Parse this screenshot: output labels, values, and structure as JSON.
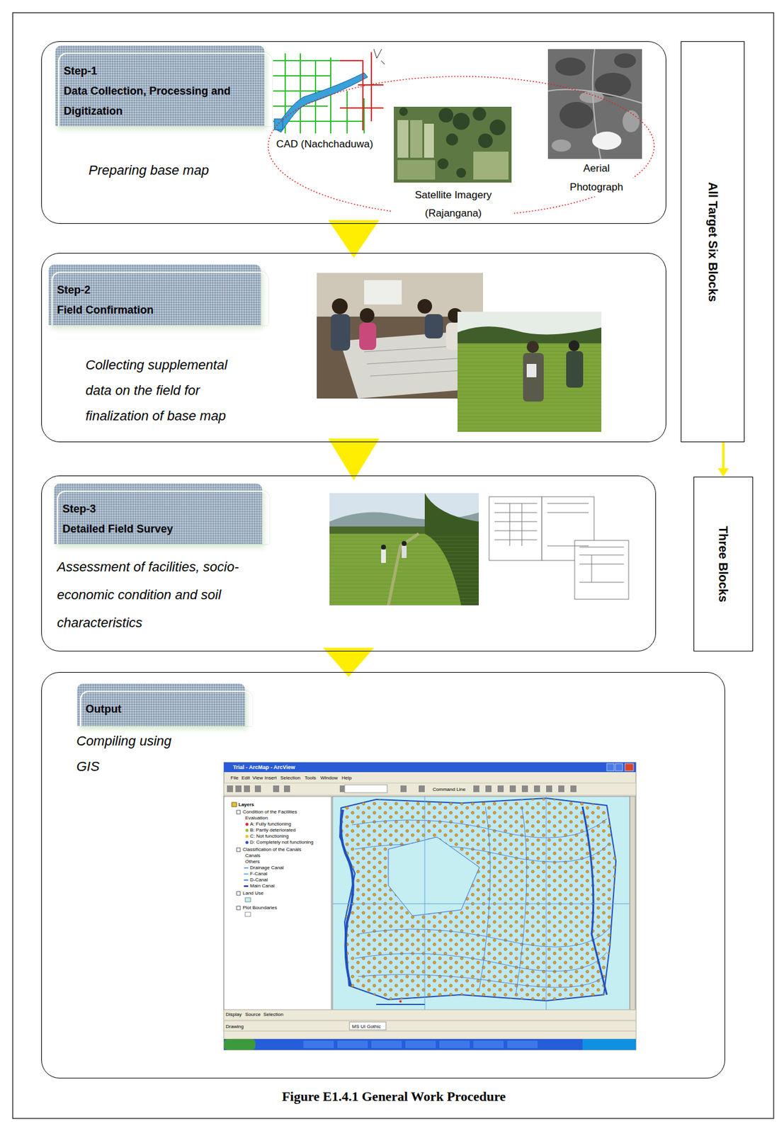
{
  "diagram": {
    "caption": "Figure E1.4.1 General Work Procedure",
    "nodes": [
      {
        "text": [
          "Preparing base map"
        ]
      },
      {
        "text": [
          "Step-1",
          "Data Collection, Processing and Digitization"
        ],
        "in": 0
      },
      {
        "text": [
          "Collecting supplemental data on the field for finalization of base map"
        ]
      },
      {
        "text": [
          "Step-2",
          "Field Confirmation"
        ],
        "in": 2
      },
      {
        "text": [
          "Assessment of facilities, socio-economic condition and soil characteristics"
        ]
      },
      {
        "text": [
          "Step-3",
          "Detailed Field Survey"
        ],
        "in": 4
      },
      {
        "text": [
          "Compiling using GIS"
        ]
      },
      {
        "text": [
          "Output"
        ],
        "in": 6
      },
      {
        "text": [
          "All Target Six Blocks"
        ]
      },
      {
        "text": [
          "Three Blocks"
        ]
      }
    ],
    "edges": [
      {
        "from": 0,
        "to": 2,
        "arrow": "to"
      },
      {
        "from": 2,
        "to": 4,
        "arrow": "to"
      },
      {
        "from": 4,
        "to": 6,
        "arrow": "to"
      },
      {
        "from": 8,
        "to": 9,
        "arrow": "to"
      }
    ],
    "labels": [
      "CAD (Nachchaduwa)",
      "Satellite Imagery (Rajangana)",
      "Aerial Photograph",
      "Trial - ArcMap - ArcView",
      "File",
      "Edit",
      "View",
      "Insert",
      "Selection",
      "Tools",
      "Window",
      "Help",
      "Command Line",
      "Layers",
      "Condition of the Facilities",
      "Evaluation",
      "A: Fully functioning",
      "B: Partly deteriorated",
      "C: Not functioning",
      "D: Completely not functioning",
      "Classification of the Canals",
      "Canals",
      "Others",
      "Drainage Canal",
      "F-Canal",
      "D-Canal",
      "Main Canal",
      "Land Use",
      "Plot Boundaries",
      "Display",
      "Source",
      "Selection",
      "Drawing",
      "MS UI Gothic"
    ]
  }
}
